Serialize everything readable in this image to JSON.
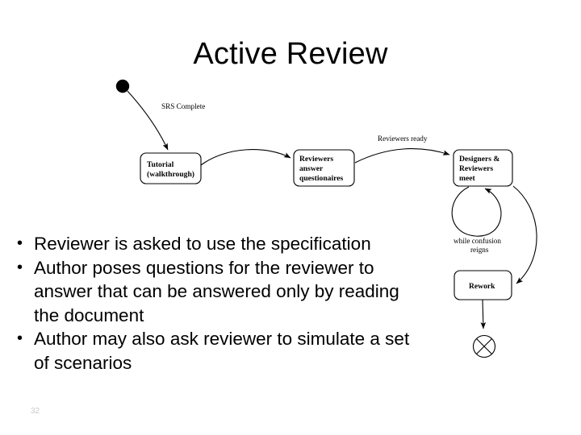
{
  "slide": {
    "title": "Active Review",
    "page_number": "32",
    "background_color": "#ffffff",
    "text_color": "#000000"
  },
  "bullets": [
    {
      "marker": "•",
      "text": "Reviewer is asked to use the specification"
    },
    {
      "marker": "•",
      "text": "Author poses questions for the reviewer to answer that can be answered only by reading the document"
    },
    {
      "marker": "•",
      "text": "Author may also ask reviewer to simulate a set of scenarios"
    }
  ],
  "diagram": {
    "type": "state-machine",
    "nodes": [
      {
        "id": "start",
        "kind": "initial-node",
        "label": ""
      },
      {
        "id": "tutorial",
        "kind": "state-box",
        "label": "Tutorial\n(walkthrough)",
        "lines": [
          "Tutorial",
          "(walkthrough)"
        ]
      },
      {
        "id": "questionaires",
        "kind": "state-box",
        "label": "Reviewers answer questionaires",
        "lines": [
          "Reviewers",
          "answer",
          "questionaires"
        ]
      },
      {
        "id": "meet",
        "kind": "state-box",
        "label": "Designers & Reviewers meet",
        "lines": [
          "Designers &",
          "Reviewers",
          "meet"
        ]
      },
      {
        "id": "rework",
        "kind": "state-box",
        "label": "Rework",
        "lines": [
          "Rework"
        ]
      },
      {
        "id": "final",
        "kind": "final-node",
        "label": ""
      }
    ],
    "edges": [
      {
        "from": "start",
        "to": "tutorial",
        "label": "SRS Complete"
      },
      {
        "from": "tutorial",
        "to": "questionaires",
        "label": ""
      },
      {
        "from": "questionaires",
        "to": "meet",
        "label": "Reviewers ready"
      },
      {
        "from": "meet",
        "to": "meet",
        "label": "while confusion reigns"
      },
      {
        "from": "meet",
        "to": "rework",
        "label": ""
      },
      {
        "from": "rework",
        "to": "final",
        "label": ""
      }
    ]
  }
}
